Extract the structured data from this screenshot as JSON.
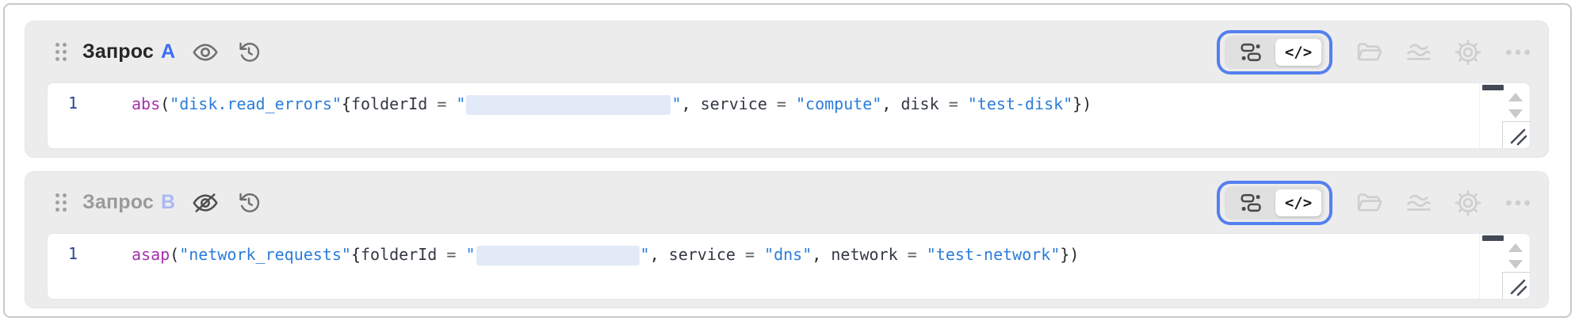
{
  "colors": {
    "annotation_ring": "#5480f0",
    "letter_a": "#3b6ef5",
    "letter_b": "#a9b9f2",
    "token_function": "#a331ab",
    "token_string": "#2b7cd9",
    "redaction_bg": "#e3eaf7",
    "panel_bg": "#ececec"
  },
  "icons": [
    "drag-handle",
    "eye",
    "eye-off",
    "history",
    "form-view-blocks",
    "code-view",
    "folder-open",
    "waves",
    "gear",
    "more-dots",
    "scroll-up",
    "scroll-down",
    "resize-grip"
  ],
  "view_toggle": {
    "code_glyph": "</>",
    "selected": "code"
  },
  "panels": [
    {
      "title": "Запрос",
      "letter": "A",
      "title_color": "#262626",
      "letter_color": "#3b6ef5",
      "visible": true,
      "line_number": "1",
      "redaction_width": 258,
      "code_tokens": [
        [
          "fn",
          "abs"
        ],
        [
          "pn",
          "("
        ],
        [
          "str",
          "\"disk.read_errors\""
        ],
        [
          "pn",
          "{"
        ],
        [
          "id",
          "folderId"
        ],
        [
          "op",
          " = "
        ],
        [
          "str",
          "\""
        ],
        [
          "gap",
          ""
        ],
        [
          "str",
          "\""
        ],
        [
          "pn",
          ","
        ],
        [
          "id",
          " service"
        ],
        [
          "op",
          " = "
        ],
        [
          "str",
          "\"compute\""
        ],
        [
          "pn",
          ","
        ],
        [
          "id",
          " disk"
        ],
        [
          "op",
          " = "
        ],
        [
          "str",
          "\"test-disk\""
        ],
        [
          "pn",
          "})"
        ]
      ]
    },
    {
      "title": "Запрос",
      "letter": "B",
      "title_color": "#9a9a9a",
      "letter_color": "#a9b9f2",
      "visible": false,
      "line_number": "1",
      "redaction_width": 206,
      "code_tokens": [
        [
          "fn",
          "asap"
        ],
        [
          "pn",
          "("
        ],
        [
          "str",
          "\"network_requests\""
        ],
        [
          "pn",
          "{"
        ],
        [
          "id",
          "folderId"
        ],
        [
          "op",
          " = "
        ],
        [
          "str",
          "\""
        ],
        [
          "gap",
          ""
        ],
        [
          "str",
          "\""
        ],
        [
          "pn",
          ","
        ],
        [
          "id",
          " service"
        ],
        [
          "op",
          " = "
        ],
        [
          "str",
          "\"dns\""
        ],
        [
          "pn",
          ","
        ],
        [
          "id",
          " network"
        ],
        [
          "op",
          " = "
        ],
        [
          "str",
          "\"test-network\""
        ],
        [
          "pn",
          "})"
        ]
      ]
    }
  ]
}
